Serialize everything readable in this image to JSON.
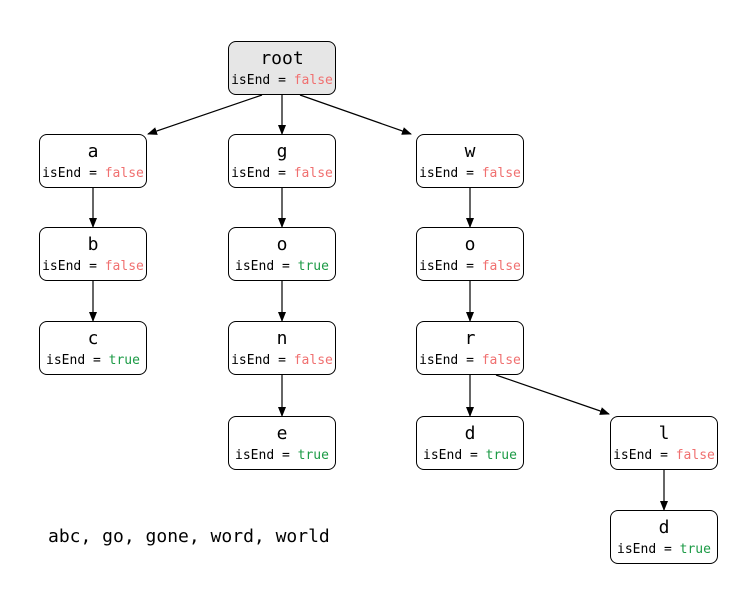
{
  "flag_label": "isEnd =",
  "nodes": [
    {
      "id": "root",
      "char": "root",
      "isEnd": "false",
      "root": true
    },
    {
      "id": "a",
      "char": "a",
      "isEnd": "false"
    },
    {
      "id": "g",
      "char": "g",
      "isEnd": "false"
    },
    {
      "id": "w",
      "char": "w",
      "isEnd": "false"
    },
    {
      "id": "b",
      "char": "b",
      "isEnd": "false"
    },
    {
      "id": "go",
      "char": "o",
      "isEnd": "true"
    },
    {
      "id": "wo",
      "char": "o",
      "isEnd": "false"
    },
    {
      "id": "c",
      "char": "c",
      "isEnd": "true"
    },
    {
      "id": "n",
      "char": "n",
      "isEnd": "false"
    },
    {
      "id": "r",
      "char": "r",
      "isEnd": "false"
    },
    {
      "id": "e",
      "char": "e",
      "isEnd": "true"
    },
    {
      "id": "d1",
      "char": "d",
      "isEnd": "true"
    },
    {
      "id": "l",
      "char": "l",
      "isEnd": "false"
    },
    {
      "id": "d2",
      "char": "d",
      "isEnd": "true"
    }
  ],
  "edges": [
    [
      "root",
      "a"
    ],
    [
      "root",
      "g"
    ],
    [
      "root",
      "w"
    ],
    [
      "a",
      "b"
    ],
    [
      "b",
      "c"
    ],
    [
      "g",
      "go"
    ],
    [
      "go",
      "n"
    ],
    [
      "n",
      "e"
    ],
    [
      "w",
      "wo"
    ],
    [
      "wo",
      "r"
    ],
    [
      "r",
      "d1"
    ],
    [
      "r",
      "l"
    ],
    [
      "l",
      "d2"
    ]
  ],
  "colors": {
    "true": "#1b9a45",
    "false": "#f07070",
    "root_fill": "#e6e6e6"
  },
  "words": "abc, go, gone, word, world"
}
